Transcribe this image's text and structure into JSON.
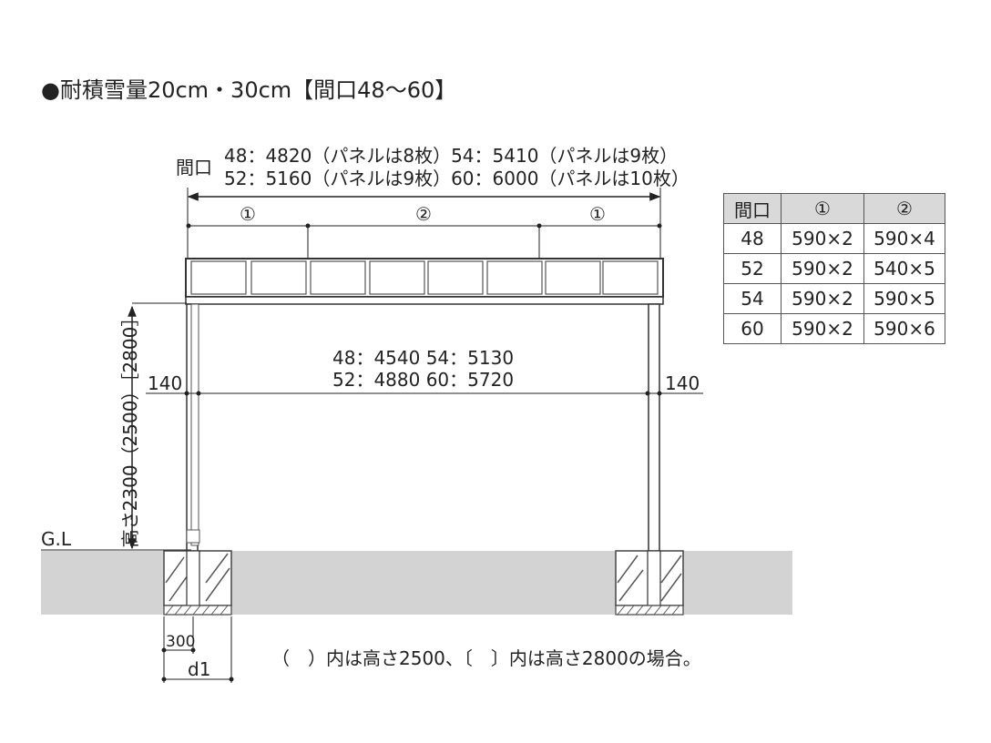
{
  "title": "●耐積雪量20cm・30cm【間口48〜60】",
  "width_label": "間口",
  "width_lines": [
    "48：4820（パネルは8枚）54：5410（パネルは9枚）",
    "52：5160（パネルは9枚）60：6000（パネルは10枚）"
  ],
  "segment_labels": [
    "①",
    "②",
    "①"
  ],
  "post_span_lines": [
    "48：4540 54：5130",
    "52：4880 60：5720"
  ],
  "offset_left": "140",
  "offset_right": "140",
  "height_label": "高さ2300（2500）［2800］",
  "ground_label": "G.L",
  "footing_width": "300",
  "depth_label": "d1",
  "note": "（　）内は高さ2500、〔　〕内は高さ2800の場合。",
  "table": {
    "headers": [
      "間口",
      "①",
      "②"
    ],
    "rows": [
      [
        "48",
        "590×2",
        "590×4"
      ],
      [
        "52",
        "590×2",
        "540×5"
      ],
      [
        "54",
        "590×2",
        "590×5"
      ],
      [
        "60",
        "590×2",
        "590×6"
      ]
    ]
  },
  "colors": {
    "ground": "#d3d3d3",
    "line": "#222222"
  }
}
